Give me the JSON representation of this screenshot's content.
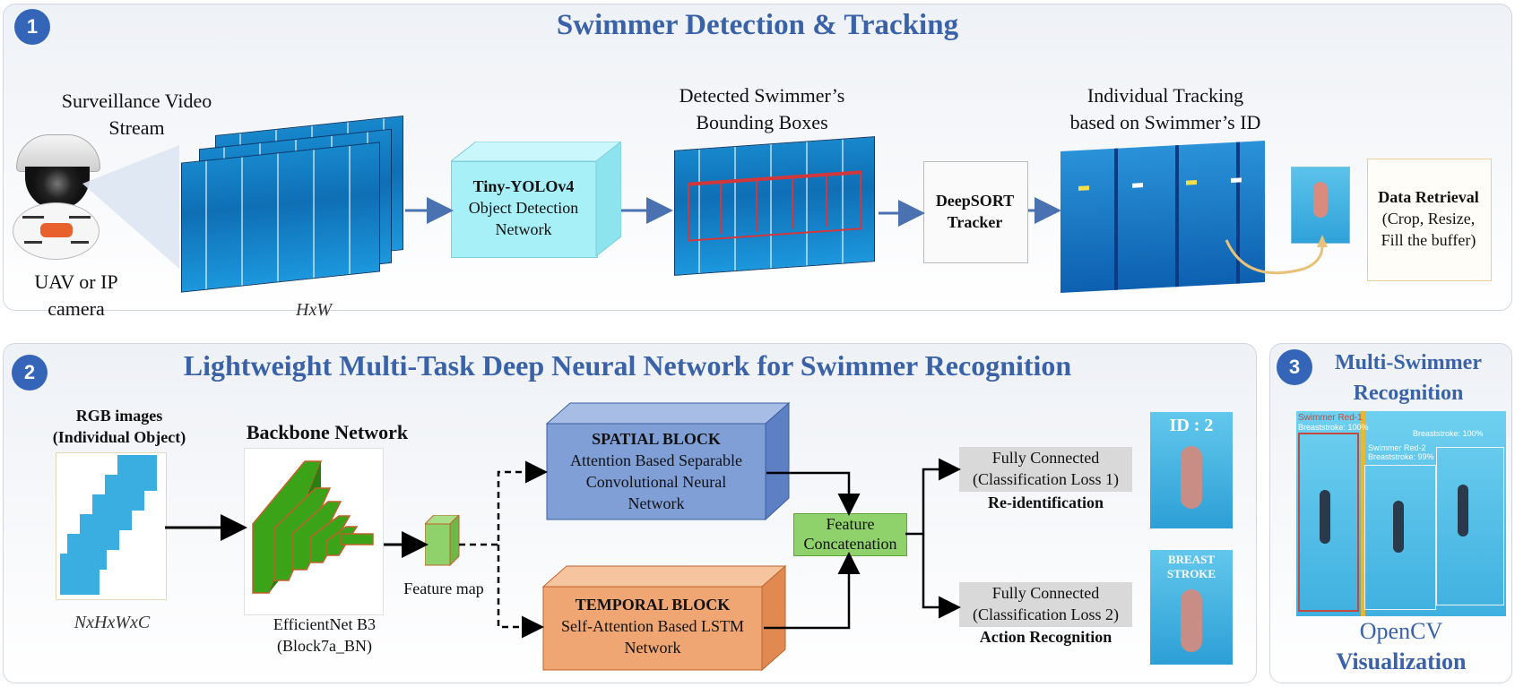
{
  "section1": {
    "number": "1",
    "title": "Swimmer Detection & Tracking",
    "stream_label_line1": "Surveillance Video",
    "stream_label_line2": "Stream",
    "camera_label_line1": "UAV or IP",
    "camera_label_line2": "camera",
    "frames_dim": "HxW",
    "detector_bold": "Tiny-YOLOv4",
    "detector_line2": "Object Detection",
    "detector_line3": "Network",
    "bbox_label_line1": "Detected Swimmer’s",
    "bbox_label_line2": "Bounding Boxes",
    "tracker_line1": "DeepSORT",
    "tracker_line2": "Tracker",
    "tracking_label_line1": "Individual Tracking",
    "tracking_label_line2": "based on Swimmer’s ID",
    "retrieval_bold": "Data Retrieval",
    "retrieval_line2": "(Crop, Resize,",
    "retrieval_line3": "Fill the buffer)"
  },
  "section2": {
    "number": "2",
    "title": "Lightweight Multi-Task Deep Neural Network for Swimmer Recognition",
    "rgb_line1": "RGB images",
    "rgb_line2": "(Individual Object)",
    "input_dim": "NxHxWxC",
    "backbone_title": "Backbone Network",
    "backbone_line1": "EfficientNet B3",
    "backbone_line2": "(Block7a_BN)",
    "feature_map": "Feature map",
    "spatial_title": "SPATIAL BLOCK",
    "spatial_line1": "Attention Based Separable",
    "spatial_line2": "Convolutional Neural",
    "spatial_line3": "Network",
    "temporal_title": "TEMPORAL BLOCK",
    "temporal_line1": "Self-Attention Based LSTM",
    "temporal_line2": "Network",
    "concat_line1": "Feature",
    "concat_line2": "Concatenation",
    "fc1_line1": "Fully Connected",
    "fc1_line2": "(Classification Loss 1)",
    "fc1_task": "Re-identification",
    "fc2_line1": "Fully Connected",
    "fc2_line2": "(Classification Loss 2)",
    "fc2_task": "Action Recognition",
    "id_label": "ID : 2",
    "stroke_line1": "BREAST",
    "stroke_line2": "STROKE"
  },
  "section3": {
    "number": "3",
    "title_line1": "Multi-Swimmer",
    "title_line2": "Recognition",
    "overlay1": "Swimmer Red-1",
    "overlay1_sub": "Breaststroke: 100%",
    "overlay2": "Breaststroke: 100%",
    "overlay3": "Swimmer Red-2",
    "overlay3_sub": "Breaststroke: 99%",
    "tool_line1": "OpenCV",
    "tool_line2": "Visualization"
  },
  "colors": {
    "title_blue": "#3a62a8",
    "badge_blue": "#3565b8",
    "arrow_blue": "#4a72b0",
    "spatial_fill": "#7f9fd6",
    "temporal_fill": "#f0a673",
    "concat_fill": "#8fd16a",
    "fc_fill": "#d9d9d9",
    "backbone_green": "#3aa317",
    "detector_cyan": "#a8f0f8"
  }
}
